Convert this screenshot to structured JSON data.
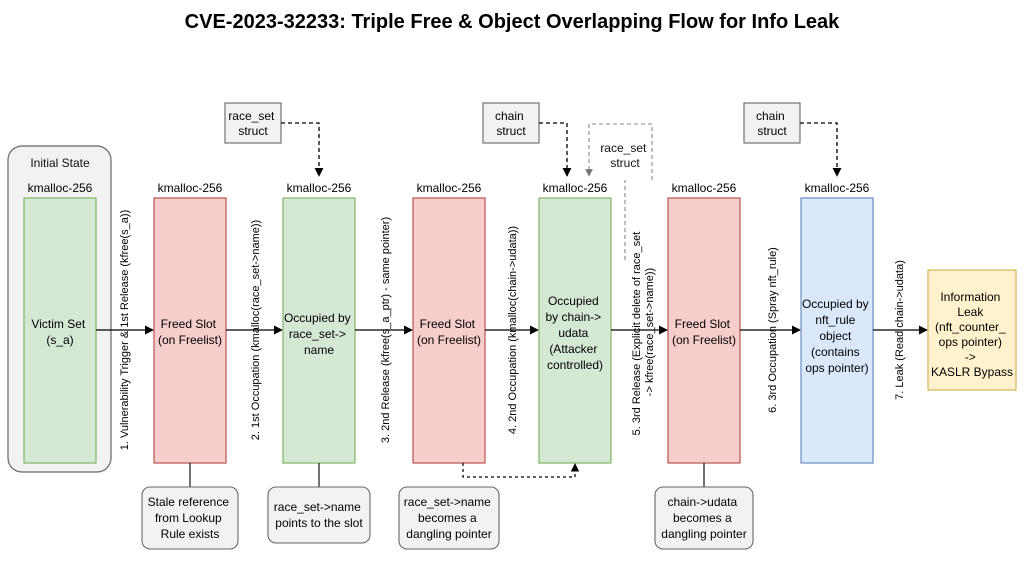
{
  "title": "CVE-2023-32233: Triple Free & Object Overlapping Flow for Info Leak",
  "colors": {
    "green_fill": "#d5e8d4",
    "green_stroke": "#82b366",
    "red_fill": "#f8cecc",
    "red_stroke": "#b85450",
    "blue_fill": "#dae8fc",
    "blue_stroke": "#6c8ebf",
    "yellow_fill": "#fff2cc",
    "yellow_stroke": "#d6b656",
    "gray_fill": "#f2f2f2",
    "gray_stroke": "#666666"
  },
  "initial_state": {
    "label": "Initial State"
  },
  "columns": [
    {
      "header": "kmalloc-256",
      "lines": [
        "Victim Set",
        "(s_a)"
      ],
      "style": "green"
    },
    {
      "header": "kmalloc-256",
      "lines": [
        "Freed Slot",
        "(on Freelist)"
      ],
      "style": "red"
    },
    {
      "header": "kmalloc-256",
      "lines": [
        "Occupied by",
        "race_set->",
        "name"
      ],
      "style": "green"
    },
    {
      "header": "kmalloc-256",
      "lines": [
        "Freed Slot",
        "(on Freelist)"
      ],
      "style": "red"
    },
    {
      "header": "kmalloc-256",
      "lines": [
        "Occupied",
        "by chain->",
        "udata",
        "(Attacker",
        "controlled)"
      ],
      "style": "green"
    },
    {
      "header": "kmalloc-256",
      "lines": [
        "Freed Slot",
        "(on Freelist)"
      ],
      "style": "red"
    },
    {
      "header": "kmalloc-256",
      "lines": [
        "Occupied by",
        "nft_rule",
        "object",
        "(contains",
        "ops pointer)"
      ],
      "style": "blue"
    }
  ],
  "final_box": {
    "lines": [
      "Information",
      "Leak",
      "(nft_counter_",
      "ops pointer)",
      "->",
      "KASLR Bypass"
    ]
  },
  "steps": [
    {
      "lines": [
        "1. Vulnerability Trigger & 1st Release (kfree(s_a))"
      ]
    },
    {
      "lines": [
        "2. 1st Occupation (kmalloc(race_set->name))"
      ]
    },
    {
      "lines": [
        "3. 2nd Release (kfree(s_a_ptr) - same pointer)"
      ]
    },
    {
      "lines": [
        "4. 2nd Occupation (kmalloc(chain->udata))"
      ]
    },
    {
      "lines": [
        "5. 3rd Release (Explicit delete of race_set",
        "-> kfree(race_set->name))"
      ]
    },
    {
      "lines": [
        "6. 3rd Occupation (Spray nft_rule)"
      ]
    },
    {
      "lines": [
        "7. Leak (Read chain->udata)"
      ]
    }
  ],
  "structs": [
    {
      "lines": [
        "race_set",
        "struct"
      ]
    },
    {
      "lines": [
        "chain",
        "struct"
      ]
    },
    {
      "lines": [
        "race_set",
        "struct"
      ]
    },
    {
      "lines": [
        "chain",
        "struct"
      ]
    }
  ],
  "notes": [
    {
      "lines": [
        "Stale reference",
        "from Lookup",
        "Rule exists"
      ]
    },
    {
      "lines": [
        "race_set->name",
        "points to the slot"
      ]
    },
    {
      "lines": [
        "race_set->name",
        "becomes a",
        "dangling pointer"
      ]
    },
    {
      "lines": [
        "chain->udata",
        "becomes a",
        "dangling pointer"
      ]
    }
  ]
}
